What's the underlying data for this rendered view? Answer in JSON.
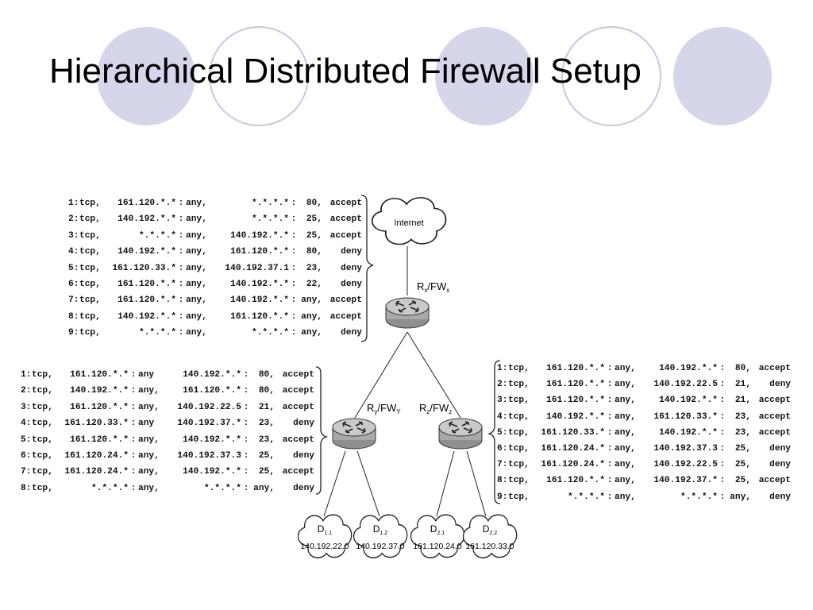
{
  "slide": {
    "title": "Hierarchical Distributed Firewall Setup"
  },
  "colors": {
    "circle_fill": "#d6d6ea",
    "circle_outline": "#c8c8e0",
    "router_body": "#a9a9a9",
    "router_top": "#c9c9c9"
  },
  "network": {
    "internet_label": "Internet",
    "routers": [
      {
        "id": "x",
        "label_main": "R",
        "label_sub": "x",
        "label_suffix": "/FW",
        "label_sub2": "x"
      },
      {
        "id": "y",
        "label_main": "R",
        "label_sub": "y",
        "label_suffix": "/FW",
        "label_sub2": "Y"
      },
      {
        "id": "z",
        "label_main": "R",
        "label_sub": "z",
        "label_suffix": "/FW",
        "label_sub2": "z"
      }
    ],
    "domains": [
      {
        "label_main": "D",
        "label_sub": "1.1",
        "subnet": "140.192.22.0"
      },
      {
        "label_main": "D",
        "label_sub": "1.2",
        "subnet": "140.192.37.0"
      },
      {
        "label_main": "D",
        "label_sub": "2.1",
        "subnet": "161.120.24.0"
      },
      {
        "label_main": "D",
        "label_sub": "2.2",
        "subnet": "161.120.33.0"
      }
    ]
  },
  "rules_rx": [
    {
      "num": "1:",
      "proto": "tcp,",
      "src": "161.120.*.*",
      "sport": "any,",
      "dst": "*.*.*.*",
      "dport": "80,",
      "action": "accept"
    },
    {
      "num": "2:",
      "proto": "tcp,",
      "src": "140.192.*.*",
      "sport": "any,",
      "dst": "*.*.*.*",
      "dport": "25,",
      "action": "accept"
    },
    {
      "num": "3:",
      "proto": "tcp,",
      "src": "*.*.*.*",
      "sport": "any,",
      "dst": "140.192.*.*",
      "dport": "25,",
      "action": "accept"
    },
    {
      "num": "4:",
      "proto": "tcp,",
      "src": "140.192.*.*",
      "sport": "any,",
      "dst": "161.120.*.*",
      "dport": "80,",
      "action": "deny"
    },
    {
      "num": "5:",
      "proto": "tcp,",
      "src": "161.120.33.*",
      "sport": "any,",
      "dst": "140.192.37.1",
      "dport": "23,",
      "action": "deny"
    },
    {
      "num": "6:",
      "proto": "tcp,",
      "src": "161.120.*.*",
      "sport": "any,",
      "dst": "140.192.*.*",
      "dport": "22,",
      "action": "deny"
    },
    {
      "num": "7:",
      "proto": "tcp,",
      "src": "161.120.*.*",
      "sport": "any,",
      "dst": "140.192.*.*",
      "dport": "any,",
      "action": "accept"
    },
    {
      "num": "8:",
      "proto": "tcp,",
      "src": "140.192.*.*",
      "sport": "any,",
      "dst": "161.120.*.*",
      "dport": "any,",
      "action": "accept"
    },
    {
      "num": "9:",
      "proto": "tcp,",
      "src": "*.*.*.*",
      "sport": "any,",
      "dst": "*.*.*.*",
      "dport": "any,",
      "action": "deny"
    }
  ],
  "rules_ry": [
    {
      "num": "1:",
      "proto": "tcp,",
      "src": "161.120.*.*",
      "sport": "any",
      "dst": "140.192.*.*",
      "dport": "80,",
      "action": "accept"
    },
    {
      "num": "2:",
      "proto": "tcp,",
      "src": "140.192.*.*",
      "sport": "any,",
      "dst": "161.120.*.*",
      "dport": "80,",
      "action": "accept"
    },
    {
      "num": "3:",
      "proto": "tcp,",
      "src": "161.120.*.*",
      "sport": "any,",
      "dst": "140.192.22.5",
      "dport": "21,",
      "action": "accept"
    },
    {
      "num": "4:",
      "proto": "tcp,",
      "src": "161.120.33.*",
      "sport": "any",
      "dst": "140.192.37.*",
      "dport": "23,",
      "action": "deny"
    },
    {
      "num": "5:",
      "proto": "tcp,",
      "src": "161.120.*.*",
      "sport": "any,",
      "dst": "140.192.*.*",
      "dport": "23,",
      "action": "accept"
    },
    {
      "num": "6:",
      "proto": "tcp,",
      "src": "161.120.24.*",
      "sport": "any,",
      "dst": "140.192.37.3",
      "dport": "25,",
      "action": "deny"
    },
    {
      "num": "7:",
      "proto": "tcp,",
      "src": "161.120.24.*",
      "sport": "any,",
      "dst": "140.192.*.*",
      "dport": "25,",
      "action": "accept"
    },
    {
      "num": "8:",
      "proto": "tcp,",
      "src": "*.*.*.*",
      "sport": "any,",
      "dst": "*.*.*.*",
      "dport": "any,",
      "action": "deny"
    }
  ],
  "rules_rz": [
    {
      "num": "1:",
      "proto": "tcp,",
      "src": "161.120.*.*",
      "sport": "any,",
      "dst": "140.192.*.*",
      "dport": "80,",
      "action": "accept"
    },
    {
      "num": "2:",
      "proto": "tcp,",
      "src": "161.120.*.*",
      "sport": "any,",
      "dst": "140.192.22.5",
      "dport": "21,",
      "action": "deny"
    },
    {
      "num": "3:",
      "proto": "tcp,",
      "src": "161.120.*.*",
      "sport": "any,",
      "dst": "140.192.*.*",
      "dport": "21,",
      "action": "accept"
    },
    {
      "num": "4:",
      "proto": "tcp,",
      "src": "140.192.*.*",
      "sport": "any,",
      "dst": "161.120.33.*",
      "dport": "23,",
      "action": "accept"
    },
    {
      "num": "5:",
      "proto": "tcp,",
      "src": "161.120.33.*",
      "sport": "any,",
      "dst": "140.192.*.*",
      "dport": "23,",
      "action": "accept"
    },
    {
      "num": "6:",
      "proto": "tcp,",
      "src": "161.120.24.*",
      "sport": "any,",
      "dst": "140.192.37.3",
      "dport": "25,",
      "action": "deny"
    },
    {
      "num": "7:",
      "proto": "tcp,",
      "src": "161.120.24.*",
      "sport": "any,",
      "dst": "140.192.22.5",
      "dport": "25,",
      "action": "deny"
    },
    {
      "num": "8:",
      "proto": "tcp,",
      "src": "161.120.*.*",
      "sport": "any,",
      "dst": "140.192.37.*",
      "dport": "25,",
      "action": "accept"
    },
    {
      "num": "9:",
      "proto": "tcp,",
      "src": "*.*.*.*",
      "sport": "any,",
      "dst": "*.*.*.*",
      "dport": "any,",
      "action": "deny"
    }
  ]
}
